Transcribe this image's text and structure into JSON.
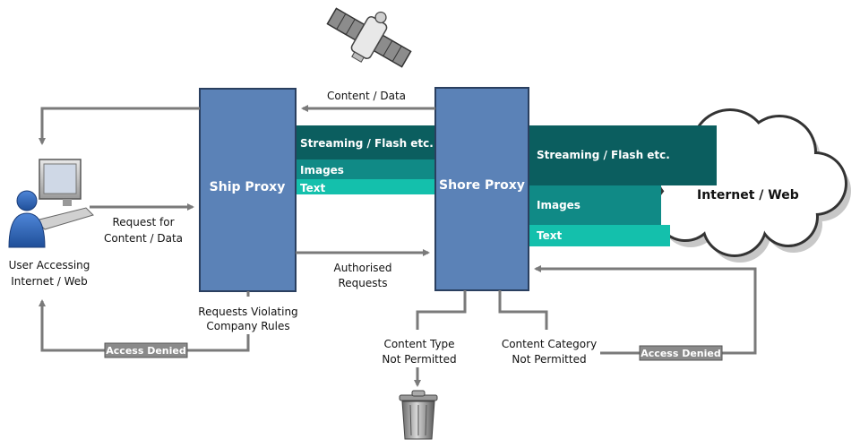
{
  "nodes": {
    "ship_proxy": "Ship Proxy",
    "shore_proxy": "Shore Proxy",
    "internet": "Internet / Web",
    "user_line1": "User Accessing",
    "user_line2": "Internet / Web"
  },
  "bands_left": {
    "streaming": "Streaming / Flash etc.",
    "images": "Images",
    "text": "Text"
  },
  "bands_right": {
    "streaming": "Streaming / Flash etc.",
    "images": "Images",
    "text": "Text"
  },
  "labels": {
    "content_data_top": "Content / Data",
    "request_line1": "Request for",
    "request_line2": "Content / Data",
    "authorised_line1": "Authorised",
    "authorised_line2": "Requests",
    "violating_line1": "Requests Violating",
    "violating_line2": "Company Rules",
    "type_line1": "Content Type",
    "type_line2": "Not Permitted",
    "category_line1": "Content Category",
    "category_line2": "Not Permitted"
  },
  "badges": {
    "denied_left": "Access Denied",
    "denied_right": "Access Denied"
  },
  "colors": {
    "proxy_fill": "#5b82b7",
    "proxy_stroke": "#2a3f5f",
    "band_dark": "#0b5e5f",
    "band_mid": "#108a86",
    "band_light": "#14c0ac",
    "line": "#7a7a7a",
    "badge": "#8a8a8a"
  }
}
